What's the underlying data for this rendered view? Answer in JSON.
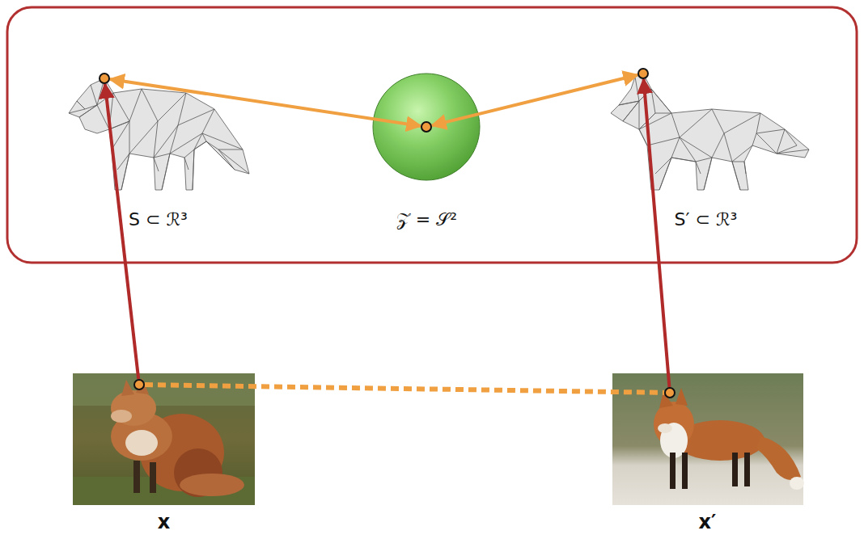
{
  "diagram": {
    "nodes": [
      {
        "text": [
          "S ⊂ ℛ³"
        ]
      },
      {
        "text": [
          "𝒵 = 𝒮²"
        ]
      },
      {
        "text": [
          "S′ ⊂ ℛ³"
        ]
      },
      {
        "text": [
          "x"
        ]
      },
      {
        "text": [
          "x′"
        ]
      }
    ],
    "edges": [
      {
        "from": 3,
        "to": 0,
        "arrow": "to"
      },
      {
        "from": 0,
        "to": 1,
        "arrow": "both"
      },
      {
        "from": 1,
        "to": 2,
        "arrow": "both"
      },
      {
        "from": 4,
        "to": 2,
        "arrow": "to"
      },
      {
        "from": 3,
        "to": 4,
        "arrow": "none"
      }
    ]
  }
}
